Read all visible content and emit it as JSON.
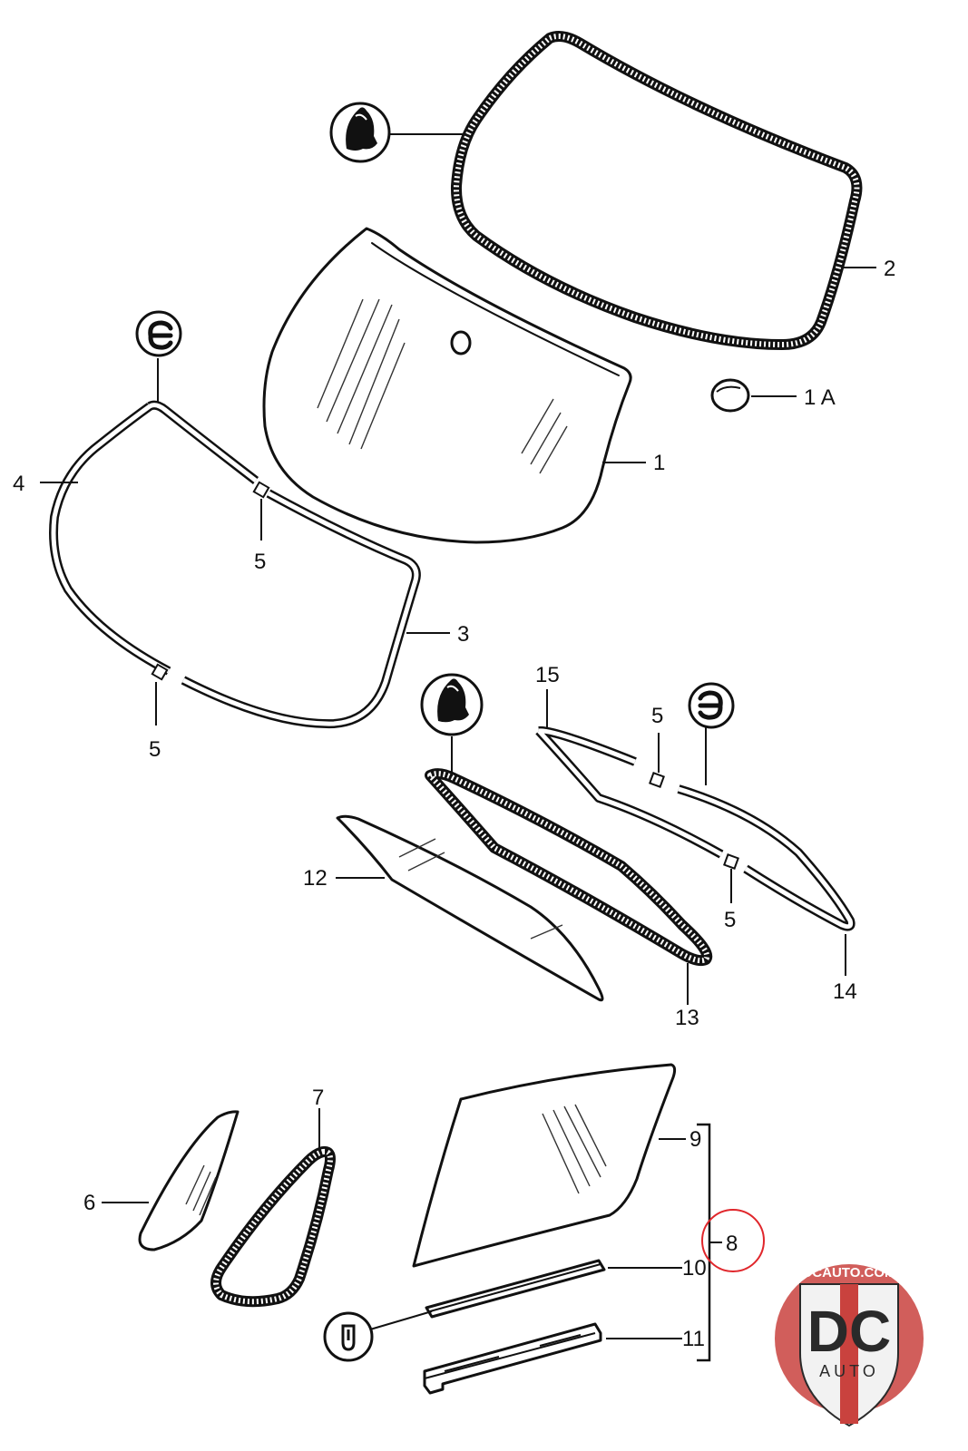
{
  "diagram": {
    "labels": {
      "l1": "1",
      "l1a": "1 A",
      "l2": "2",
      "l3": "3",
      "l4": "4",
      "l5a": "5",
      "l5b": "5",
      "l5c": "5",
      "l5d": "5",
      "l6": "6",
      "l7": "7",
      "l8": "8",
      "l9": "9",
      "l10": "10",
      "l11": "11",
      "l12": "12",
      "l13": "13",
      "l14": "14",
      "l15": "15"
    },
    "highlight_color": "#e0262b"
  },
  "logo": {
    "site": "DCAUTO.COM",
    "initials": "DC",
    "word": "AUTO",
    "colors": {
      "badge": "#c9423e",
      "shield": "#f2f2f2",
      "text": "#2a2a2a"
    }
  }
}
